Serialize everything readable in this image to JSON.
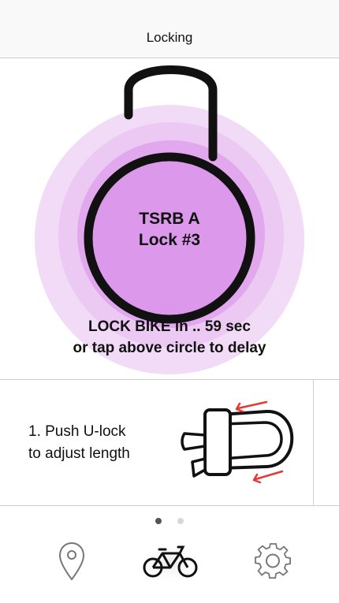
{
  "header": {
    "title": "Locking"
  },
  "lock": {
    "name_line1": "TSRB A",
    "name_line2": "Lock #3",
    "countdown_line1": "LOCK BIKE in .. 59 sec",
    "countdown_line2": "or tap above circle to delay"
  },
  "instruction": {
    "line1": "1. Push U-lock",
    "line2": "to adjust length"
  },
  "pager": {
    "total": 2,
    "active_index": 0
  },
  "tabs": [
    {
      "icon": "map-pin-icon",
      "active": false
    },
    {
      "icon": "bicycle-icon",
      "active": true
    },
    {
      "icon": "gear-icon",
      "active": false
    }
  ],
  "colors": {
    "halo_outer": "#f2dbf7",
    "halo_middle": "#ebc9f3",
    "lock_body": "#dc98ea",
    "arrow": "#e53935"
  }
}
